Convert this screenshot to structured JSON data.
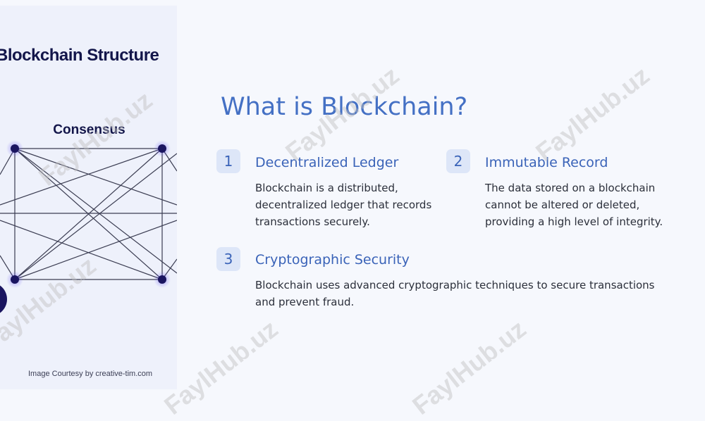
{
  "image": {
    "title": "Blockchain Structure",
    "subtitle": "Consensus",
    "courtesy": "Image Courtesy by creative-tim.com"
  },
  "heading": "What is Blockchain?",
  "items": [
    {
      "number": "1",
      "title": "Decentralized Ledger",
      "description": "Blockchain is a distributed, decentralized ledger that records transactions securely."
    },
    {
      "number": "2",
      "title": "Immutable Record",
      "description": "The data stored on a blockchain cannot be altered or deleted, providing a high level of integrity."
    },
    {
      "number": "3",
      "title": "Cryptographic Security",
      "description": "Blockchain uses advanced cryptographic techniques to secure transactions and prevent fraud."
    }
  ],
  "watermark": "FaylHub.uz",
  "colors": {
    "accent": "#4470c4",
    "node": "#1a1560",
    "background": "#f6f8fd"
  }
}
